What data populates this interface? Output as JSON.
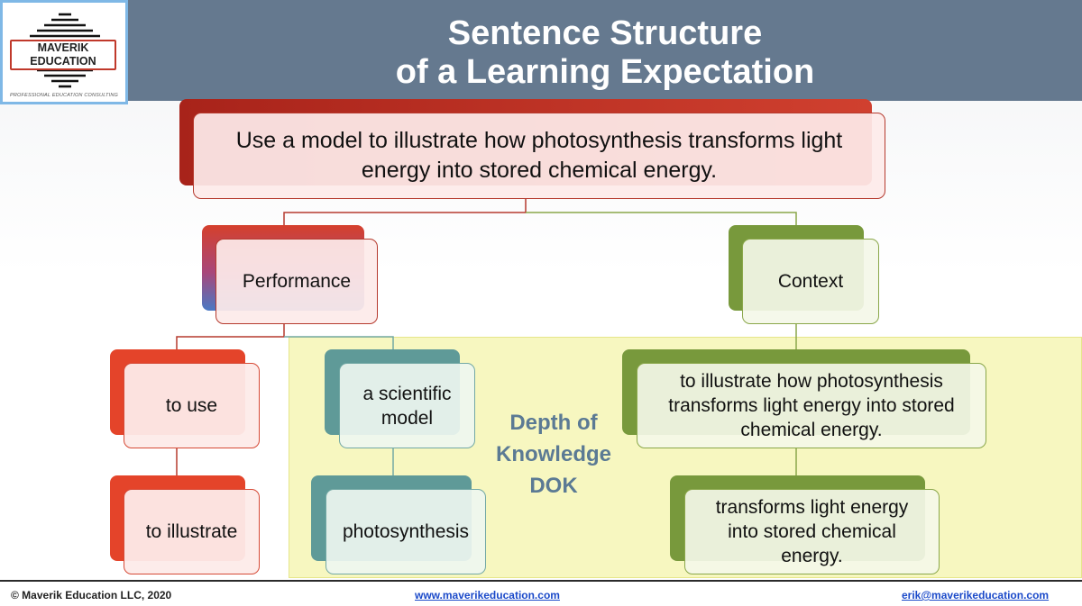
{
  "header": {
    "title_line1": "Sentence Structure",
    "title_line2": "of a Learning Expectation"
  },
  "logo": {
    "name": "MAVERIK EDUCATION",
    "tagline": "PROFESSIONAL EDUCATION CONSULTING"
  },
  "diagram": {
    "root": "Use a model to illustrate how photosynthesis transforms light energy into stored chemical energy.",
    "performance": "Performance",
    "context": "Context",
    "to_use": "to use",
    "to_illustrate": "to illustrate",
    "scientific_model": "a scientific model",
    "photosynthesis": "photosynthesis",
    "context_detail": "to illustrate how photosynthesis transforms light energy into stored chemical energy.",
    "transforms": "transforms light energy into stored chemical energy.",
    "dok_label": "Depth of Knowledge DOK"
  },
  "footer": {
    "copyright": "© Maverik Education LLC, 2020",
    "website": "www.maverikeducation.com",
    "email": "erik@maverikeducation.com"
  },
  "colors": {
    "header_bg": "#65798f",
    "red": "#b8302a",
    "green": "#78993c",
    "teal": "#5f9a98",
    "orange": "#e4442a",
    "dok_bg": "#f7f7c0",
    "dok_text": "#5b7a94",
    "link": "#1a49c9"
  }
}
